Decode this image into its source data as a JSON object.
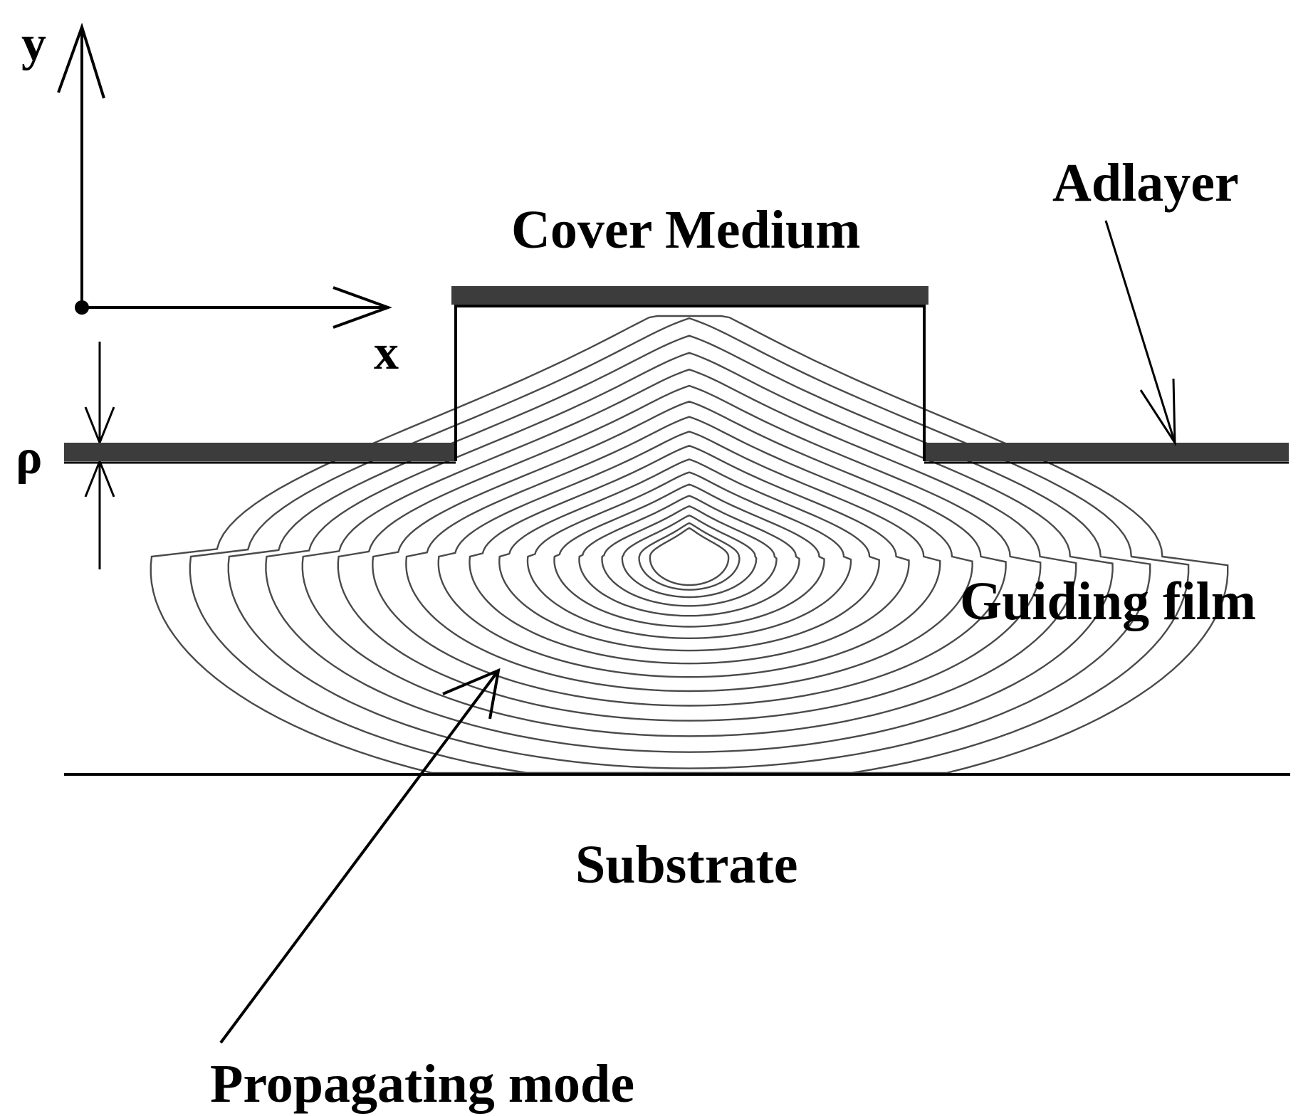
{
  "labels": {
    "y_axis": "y",
    "x_axis": "x",
    "rho": "ρ",
    "cover": "Cover Medium",
    "adlayer": "Adlayer",
    "guiding": "Guiding film",
    "substrate": "Substrate",
    "mode": "Propagating mode"
  },
  "colors": {
    "adlayer_fill": "#3c3c3c",
    "contour_stroke": "#4a4a4a",
    "line": "#000000"
  }
}
